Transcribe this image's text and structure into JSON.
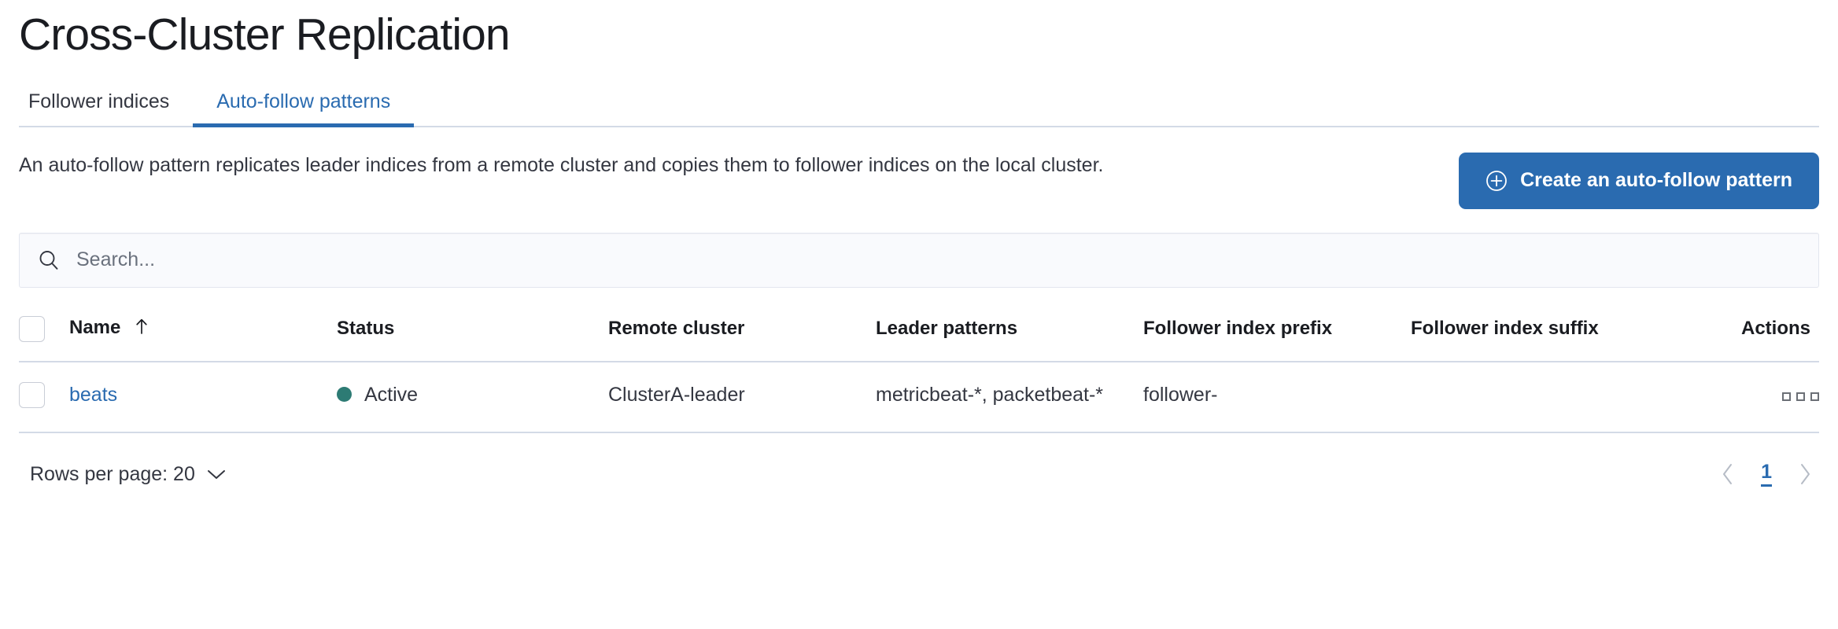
{
  "header": {
    "title": "Cross-Cluster Replication"
  },
  "tabs": [
    {
      "label": "Follower indices",
      "active": false
    },
    {
      "label": "Auto-follow patterns",
      "active": true
    }
  ],
  "description": "An auto-follow pattern replicates leader indices from a remote cluster and copies them to follower indices on the local cluster.",
  "create_button": {
    "label": "Create an auto-follow pattern",
    "icon": "plus-in-circle-icon",
    "color": "#2a6bb0"
  },
  "search": {
    "value": "",
    "placeholder": "Search...",
    "icon": "search-icon"
  },
  "table": {
    "columns": [
      {
        "key": "name",
        "label": "Name",
        "sorted": "asc"
      },
      {
        "key": "status",
        "label": "Status"
      },
      {
        "key": "remote",
        "label": "Remote cluster"
      },
      {
        "key": "leader",
        "label": "Leader patterns"
      },
      {
        "key": "prefix",
        "label": "Follower index prefix"
      },
      {
        "key": "suffix",
        "label": "Follower index suffix"
      },
      {
        "key": "actions",
        "label": "Actions"
      }
    ],
    "rows": [
      {
        "name": "beats",
        "status": "Active",
        "status_color": "#2d7b74",
        "remote": "ClusterA-leader",
        "leader": "metricbeat-*, packetbeat-*",
        "prefix": "follower-",
        "suffix": "",
        "actions_icon": "actions-menu-icon"
      }
    ]
  },
  "footer": {
    "rows_per_page_label": "Rows per page: 20",
    "rows_per_page_value": "20",
    "prev_label": "Previous page",
    "next_label": "Next page",
    "current_page": "1"
  }
}
